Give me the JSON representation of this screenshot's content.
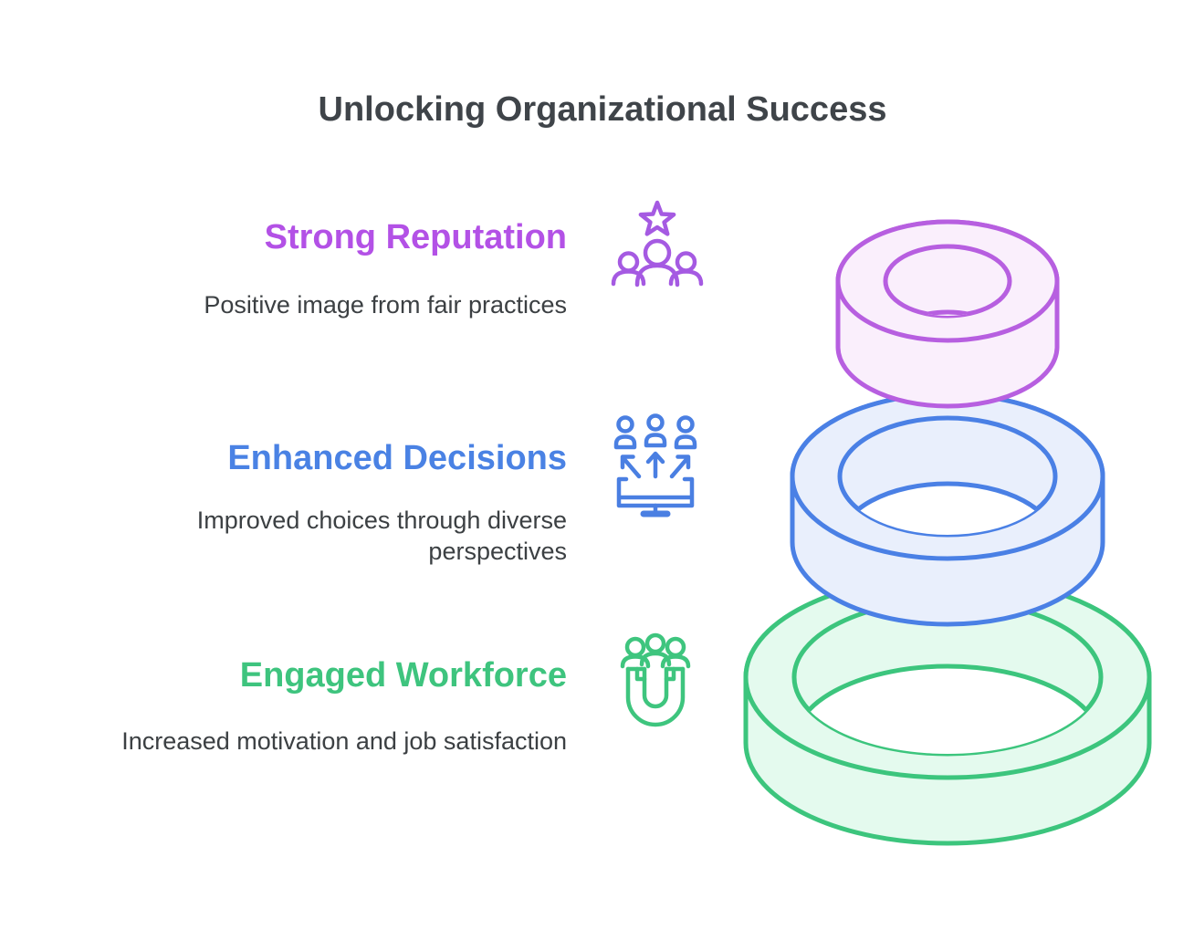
{
  "title": "Unlocking Organizational Success",
  "background": "#ffffff",
  "colors": {
    "title_text": "#3f4449",
    "subtitle_text": "#3c4043",
    "heading_purple": "#b351e6",
    "heading_blue": "#4a82e4",
    "heading_green": "#3ec47e",
    "icon_purple": "#a55ae2",
    "icon_blue": "#4a7fe2",
    "icon_green": "#3ec57e",
    "purple_stroke": "#b75fe0",
    "purple_fill": "#faeffc",
    "blue_stroke": "#4a80e5",
    "blue_fill": "#e9effc",
    "green_stroke": "#3cc57d",
    "green_fill": "#e4faee",
    "hole_fill": "#ffffff"
  },
  "items": [
    {
      "heading": "Strong Reputation",
      "subtitle": "Positive image from fair practices",
      "icon": "star-people-icon",
      "ring": "reputation-ring",
      "color_name": "purple"
    },
    {
      "heading": "Enhanced Decisions",
      "subtitle": "Improved choices through diverse perspectives",
      "icon": "people-arrows-monitor-icon",
      "ring": "decisions-ring",
      "color_name": "blue"
    },
    {
      "heading": "Engaged Workforce",
      "subtitle": "Increased motivation and job satisfaction",
      "icon": "people-magnet-icon",
      "ring": "workforce-ring",
      "color_name": "green"
    }
  ]
}
